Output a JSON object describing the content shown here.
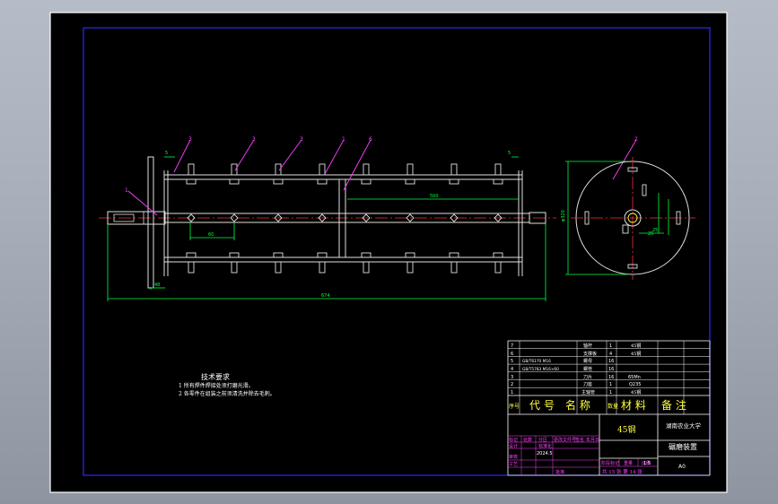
{
  "balloons": [
    "3",
    "3",
    "3",
    "1",
    "6",
    "1",
    "2"
  ],
  "dimensions": {
    "overall_length": "674",
    "span": "500",
    "pitch": "60",
    "flange": "48",
    "end_gap": "5",
    "end_gap2": "5",
    "diameter": "φ320",
    "small": "25",
    "small2": "25"
  },
  "notes": {
    "title": "技术要求",
    "line1": "1 所有焊件焊接处须打磨光滑。",
    "line2": "2 各零件在组装之前须清洗并除去毛刺。"
  },
  "parts_list": {
    "rows": [
      {
        "no": "7",
        "code": "",
        "name": "轴杆",
        "qty": "1",
        "material": "45钢",
        "note": ""
      },
      {
        "no": "6",
        "code": "",
        "name": "支撑板",
        "qty": "4",
        "material": "45钢",
        "note": ""
      },
      {
        "no": "5",
        "code": "GB/T6170 M16",
        "name": "螺母",
        "qty": "16",
        "material": "",
        "note": ""
      },
      {
        "no": "4",
        "code": "GB/T5783 M16×60",
        "name": "螺栓",
        "qty": "16",
        "material": "",
        "note": ""
      },
      {
        "no": "3",
        "code": "",
        "name": "刀片",
        "qty": "16",
        "material": "65Mn",
        "note": ""
      },
      {
        "no": "2",
        "code": "",
        "name": "刀座",
        "qty": "1",
        "material": "Q235",
        "note": ""
      },
      {
        "no": "1",
        "code": "",
        "name": "主轴管",
        "qty": "1",
        "material": "45钢",
        "note": ""
      }
    ],
    "header": {
      "no": "序号",
      "code": "代 号",
      "name": "名 称",
      "qty": "数量",
      "material": "材 料",
      "note": "备 注"
    }
  },
  "title_block": {
    "material": "45钢",
    "school": "湖南农业大学",
    "drawing_name": "碾磨装置",
    "size": "A0",
    "scale": "1:5",
    "sheet_info": "共 15 张 第 14 张",
    "labels": [
      "标记",
      "处数",
      "分区",
      "更改文件号",
      "签名",
      "年月日"
    ],
    "design": "设计",
    "check": "审核",
    "process": "工艺",
    "standard": "标准化",
    "approve": "批准",
    "designer_value": "2024.5",
    "stage_labels": [
      "阶段标记",
      "重量",
      "比例"
    ]
  }
}
